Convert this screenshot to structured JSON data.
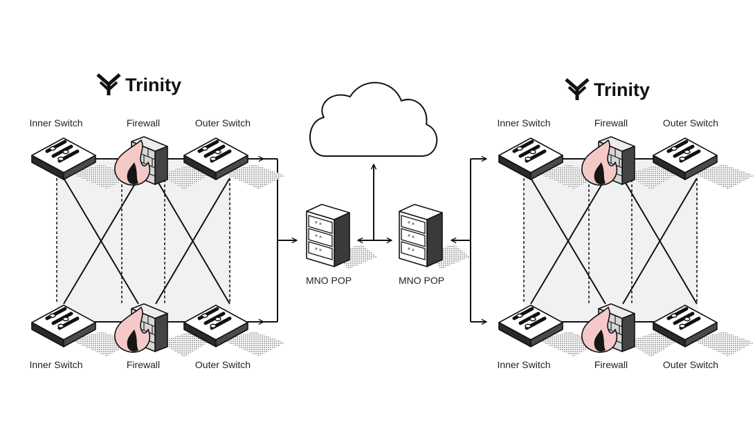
{
  "sites": [
    {
      "brand": "Trinity",
      "labels": {
        "inner_top": "Inner Switch",
        "firewall_top": "Firewall",
        "outer_top": "Outer Switch",
        "inner_bottom": "Inner Switch",
        "firewall_bottom": "Firewall",
        "outer_bottom": "Outer Switch"
      }
    },
    {
      "brand": "Trinity",
      "labels": {
        "inner_top": "Inner Switch",
        "firewall_top": "Firewall",
        "outer_top": "Outer Switch",
        "inner_bottom": "Inner Switch",
        "firewall_bottom": "Firewall",
        "outer_bottom": "Outer Switch"
      }
    }
  ],
  "pops": [
    {
      "label": "MNO POP"
    },
    {
      "label": "MNO POP"
    }
  ],
  "icons": [
    "trinity-logo-icon",
    "cloud-icon",
    "switch-icon",
    "firewall-icon",
    "server-rack-icon"
  ],
  "colors": {
    "line": "#111111",
    "panel": "#f1f1f1",
    "flame": "#f4c9c9",
    "wall": "#d9d9d9"
  }
}
